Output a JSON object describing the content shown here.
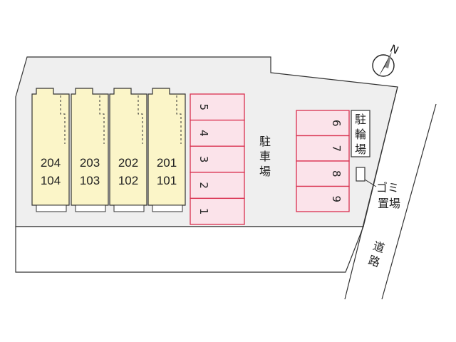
{
  "buildings": [
    {
      "upper": "204",
      "lower": "104"
    },
    {
      "upper": "203",
      "lower": "103"
    },
    {
      "upper": "202",
      "lower": "102"
    },
    {
      "upper": "201",
      "lower": "101"
    }
  ],
  "parking_left": [
    "5",
    "4",
    "3",
    "2",
    "1"
  ],
  "parking_right": [
    "6",
    "7",
    "8",
    "9"
  ],
  "labels": {
    "parking_chars": [
      "駐",
      "車",
      "場"
    ],
    "bicycle_chars": [
      "駐",
      "輪",
      "場"
    ],
    "garbage_line1": "ゴミ",
    "garbage_line2": "置場",
    "road_chars": [
      "道",
      "路"
    ],
    "compass_letter": "N"
  },
  "colors": {
    "lot": "#efefef",
    "building": "#fbf5c8",
    "parking_fill": "#fbe3ea",
    "parking_stroke": "#d9304f",
    "outline": "#333333"
  }
}
